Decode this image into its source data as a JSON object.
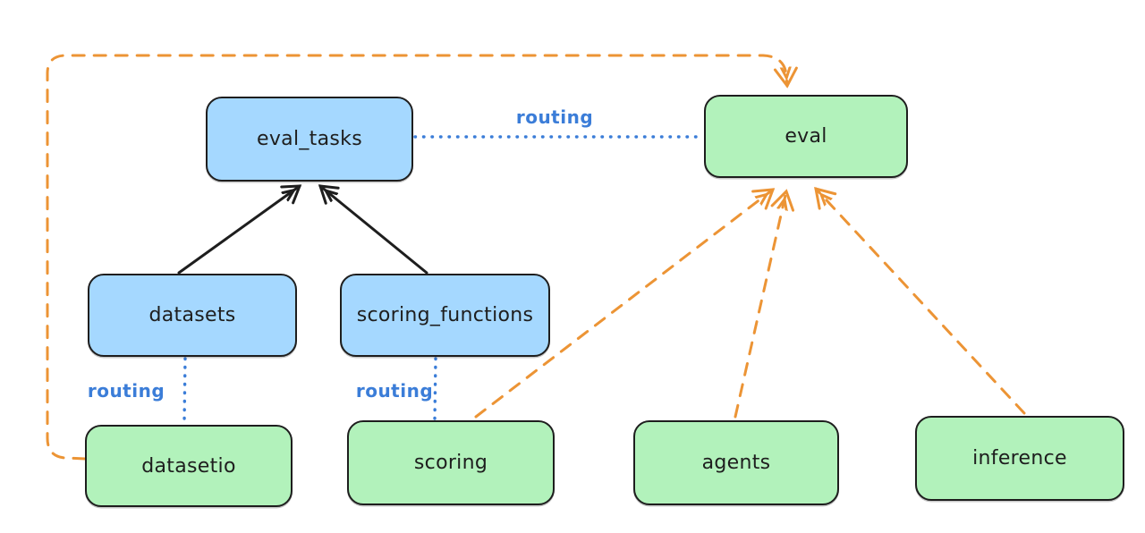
{
  "diagram": {
    "description": "hand-drawn architecture diagram linking registry objects to provider apis",
    "nodes": {
      "eval_tasks": {
        "label": "eval_tasks",
        "kind": "registry"
      },
      "eval": {
        "label": "eval",
        "kind": "api"
      },
      "datasets": {
        "label": "datasets",
        "kind": "registry"
      },
      "scoring_functions": {
        "label": "scoring_functions",
        "kind": "registry"
      },
      "datasetio": {
        "label": "datasetio",
        "kind": "api"
      },
      "scoring": {
        "label": "scoring",
        "kind": "api"
      },
      "agents": {
        "label": "agents",
        "kind": "api"
      },
      "inference": {
        "label": "inference",
        "kind": "api"
      }
    },
    "edge_labels": {
      "routing": "routing"
    },
    "edges": [
      {
        "from": "datasets",
        "to": "eval_tasks",
        "style": "solid-black-arrow"
      },
      {
        "from": "scoring_functions",
        "to": "eval_tasks",
        "style": "solid-black-arrow"
      },
      {
        "from": "eval_tasks",
        "to": "eval",
        "style": "dotted-blue",
        "label": "routing"
      },
      {
        "from": "datasets",
        "to": "datasetio",
        "style": "dotted-blue",
        "label": "routing"
      },
      {
        "from": "scoring_functions",
        "to": "scoring",
        "style": "dotted-blue",
        "label": "routing"
      },
      {
        "from": "datasetio",
        "to": "eval",
        "style": "dashed-orange-arrow"
      },
      {
        "from": "scoring",
        "to": "eval",
        "style": "dashed-orange-arrow"
      },
      {
        "from": "agents",
        "to": "eval",
        "style": "dashed-orange-arrow"
      },
      {
        "from": "inference",
        "to": "eval",
        "style": "dashed-orange-arrow"
      }
    ]
  },
  "colors": {
    "background": "#ffffff",
    "stroke": "#1e1e1e",
    "text": "#1e1e1e",
    "blue_fill": "#a5d8ff",
    "green_fill": "#b2f2bb",
    "blue_line": "#3b7dd8",
    "orange": "#ec9435"
  }
}
